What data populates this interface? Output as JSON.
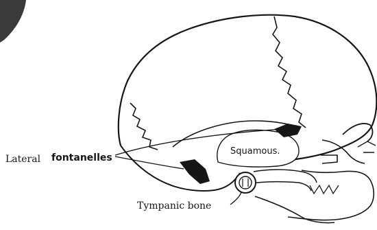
{
  "labels": {
    "lateral_prefix": "Lateral",
    "fontanelles": "fontanelles",
    "squamous": "Squamous.",
    "tympanic": "Tympanic bone"
  },
  "colors": {
    "ink": "#161616",
    "paper": "#ffffff",
    "shadow": "#3a3a3a"
  }
}
